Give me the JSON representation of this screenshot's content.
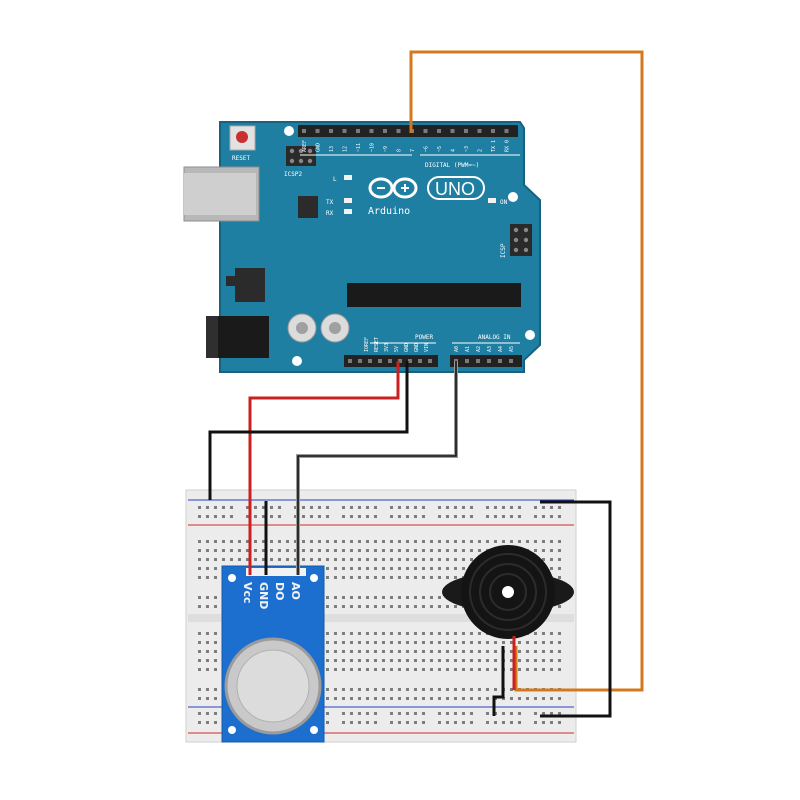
{
  "board": {
    "reset_label": "RESET",
    "icsp2_label": "ICSP2",
    "icsp_label": "ICSP",
    "led_l": "L",
    "led_tx": "TX",
    "led_rx": "RX",
    "on_label": "ON",
    "uno_label": "UNO",
    "brand": "Arduino",
    "digital_label": "DIGITAL (PWM=~)",
    "digital_pins": [
      "AREF",
      "GND",
      "13",
      "12",
      "~11",
      "~10",
      "~9",
      "8",
      "7",
      "~6",
      "~5",
      "4",
      "~3",
      "2",
      "TX 1",
      "RX 0"
    ],
    "power_label": "POWER",
    "power_pins": [
      "IOREF",
      "RESET",
      "3V3",
      "5V",
      "GND",
      "GND",
      "VIN"
    ],
    "analog_label": "ANALOG IN",
    "analog_pins": [
      "A0",
      "A1",
      "A2",
      "A3",
      "A4",
      "A5"
    ]
  },
  "sensor": {
    "pins": [
      "Vcc",
      "GND",
      "DO",
      "AO"
    ]
  },
  "colors": {
    "board": "#1f7fa3",
    "board_dark": "#16627f",
    "wire_red": "#cc1f1f",
    "wire_black": "#111111",
    "wire_orange": "#d4781e",
    "wire_gray": "#9a9a9a",
    "sensor_board": "#1c6fcf",
    "breadboard": "#ececec"
  }
}
